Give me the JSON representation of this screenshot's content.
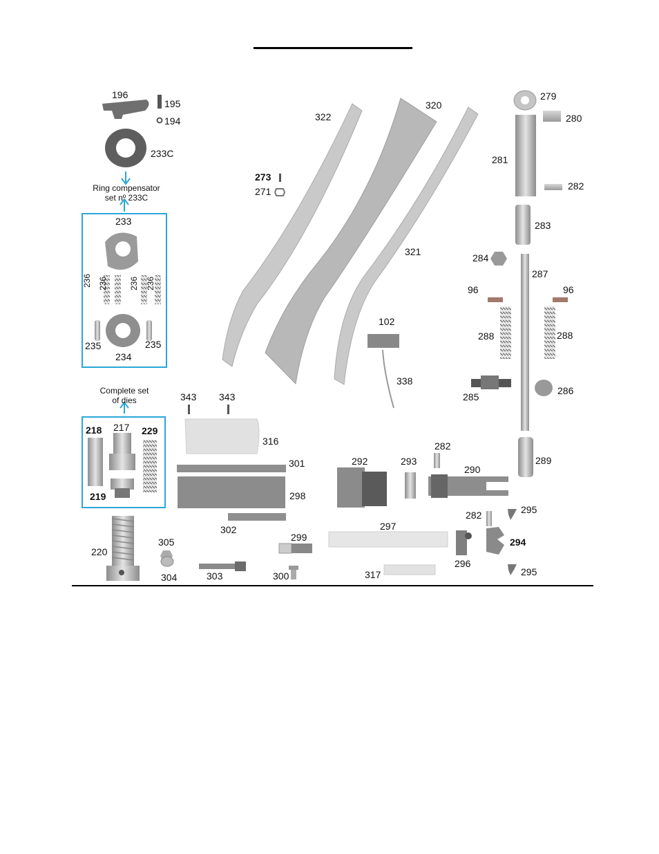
{
  "diagram": {
    "parts": [
      {
        "id": "196",
        "text": "196"
      },
      {
        "id": "195",
        "text": "195"
      },
      {
        "id": "194",
        "text": "194"
      },
      {
        "id": "233C",
        "text": "233C"
      },
      {
        "id": "233",
        "text": "233"
      },
      {
        "id": "236a",
        "text": "236"
      },
      {
        "id": "236b",
        "text": "236"
      },
      {
        "id": "236c",
        "text": "236"
      },
      {
        "id": "236d",
        "text": "236"
      },
      {
        "id": "235a",
        "text": "235"
      },
      {
        "id": "234",
        "text": "234"
      },
      {
        "id": "235b",
        "text": "235"
      },
      {
        "id": "218",
        "text": "218"
      },
      {
        "id": "217",
        "text": "217"
      },
      {
        "id": "229",
        "text": "229"
      },
      {
        "id": "219",
        "text": "219"
      },
      {
        "id": "220",
        "text": "220"
      },
      {
        "id": "305",
        "text": "305"
      },
      {
        "id": "304",
        "text": "304"
      },
      {
        "id": "303",
        "text": "303"
      },
      {
        "id": "343a",
        "text": "343"
      },
      {
        "id": "343b",
        "text": "343"
      },
      {
        "id": "316",
        "text": "316"
      },
      {
        "id": "301",
        "text": "301"
      },
      {
        "id": "298",
        "text": "298"
      },
      {
        "id": "302",
        "text": "302"
      },
      {
        "id": "299",
        "text": "299"
      },
      {
        "id": "300",
        "text": "300"
      },
      {
        "id": "322",
        "text": "322"
      },
      {
        "id": "320",
        "text": "320"
      },
      {
        "id": "321",
        "text": "321"
      },
      {
        "id": "273",
        "text": "273"
      },
      {
        "id": "271",
        "text": "271"
      },
      {
        "id": "102",
        "text": "102"
      },
      {
        "id": "338",
        "text": "338"
      },
      {
        "id": "279",
        "text": "279"
      },
      {
        "id": "280",
        "text": "280"
      },
      {
        "id": "281",
        "text": "281"
      },
      {
        "id": "282a",
        "text": "282"
      },
      {
        "id": "283",
        "text": "283"
      },
      {
        "id": "284",
        "text": "284"
      },
      {
        "id": "287",
        "text": "287"
      },
      {
        "id": "96a",
        "text": "96"
      },
      {
        "id": "96b",
        "text": "96"
      },
      {
        "id": "288a",
        "text": "288"
      },
      {
        "id": "288b",
        "text": "288"
      },
      {
        "id": "285",
        "text": "285"
      },
      {
        "id": "286",
        "text": "286"
      },
      {
        "id": "289",
        "text": "289"
      },
      {
        "id": "292",
        "text": "292"
      },
      {
        "id": "293",
        "text": "293"
      },
      {
        "id": "282b",
        "text": "282"
      },
      {
        "id": "290",
        "text": "290"
      },
      {
        "id": "297",
        "text": "297"
      },
      {
        "id": "282c",
        "text": "282"
      },
      {
        "id": "295a",
        "text": "295"
      },
      {
        "id": "294",
        "text": "294"
      },
      {
        "id": "296",
        "text": "296"
      },
      {
        "id": "317",
        "text": "317"
      },
      {
        "id": "295b",
        "text": "295"
      }
    ],
    "captions": {
      "ring_line1": "Ring compensator",
      "ring_line2": "set nº 233C",
      "dies_line1": "Complete set",
      "dies_line2": "of dies"
    },
    "colors": {
      "accent": "#2aa6d8",
      "metal": "#b9b9b9",
      "dark_metal": "#7d7d7d"
    }
  }
}
